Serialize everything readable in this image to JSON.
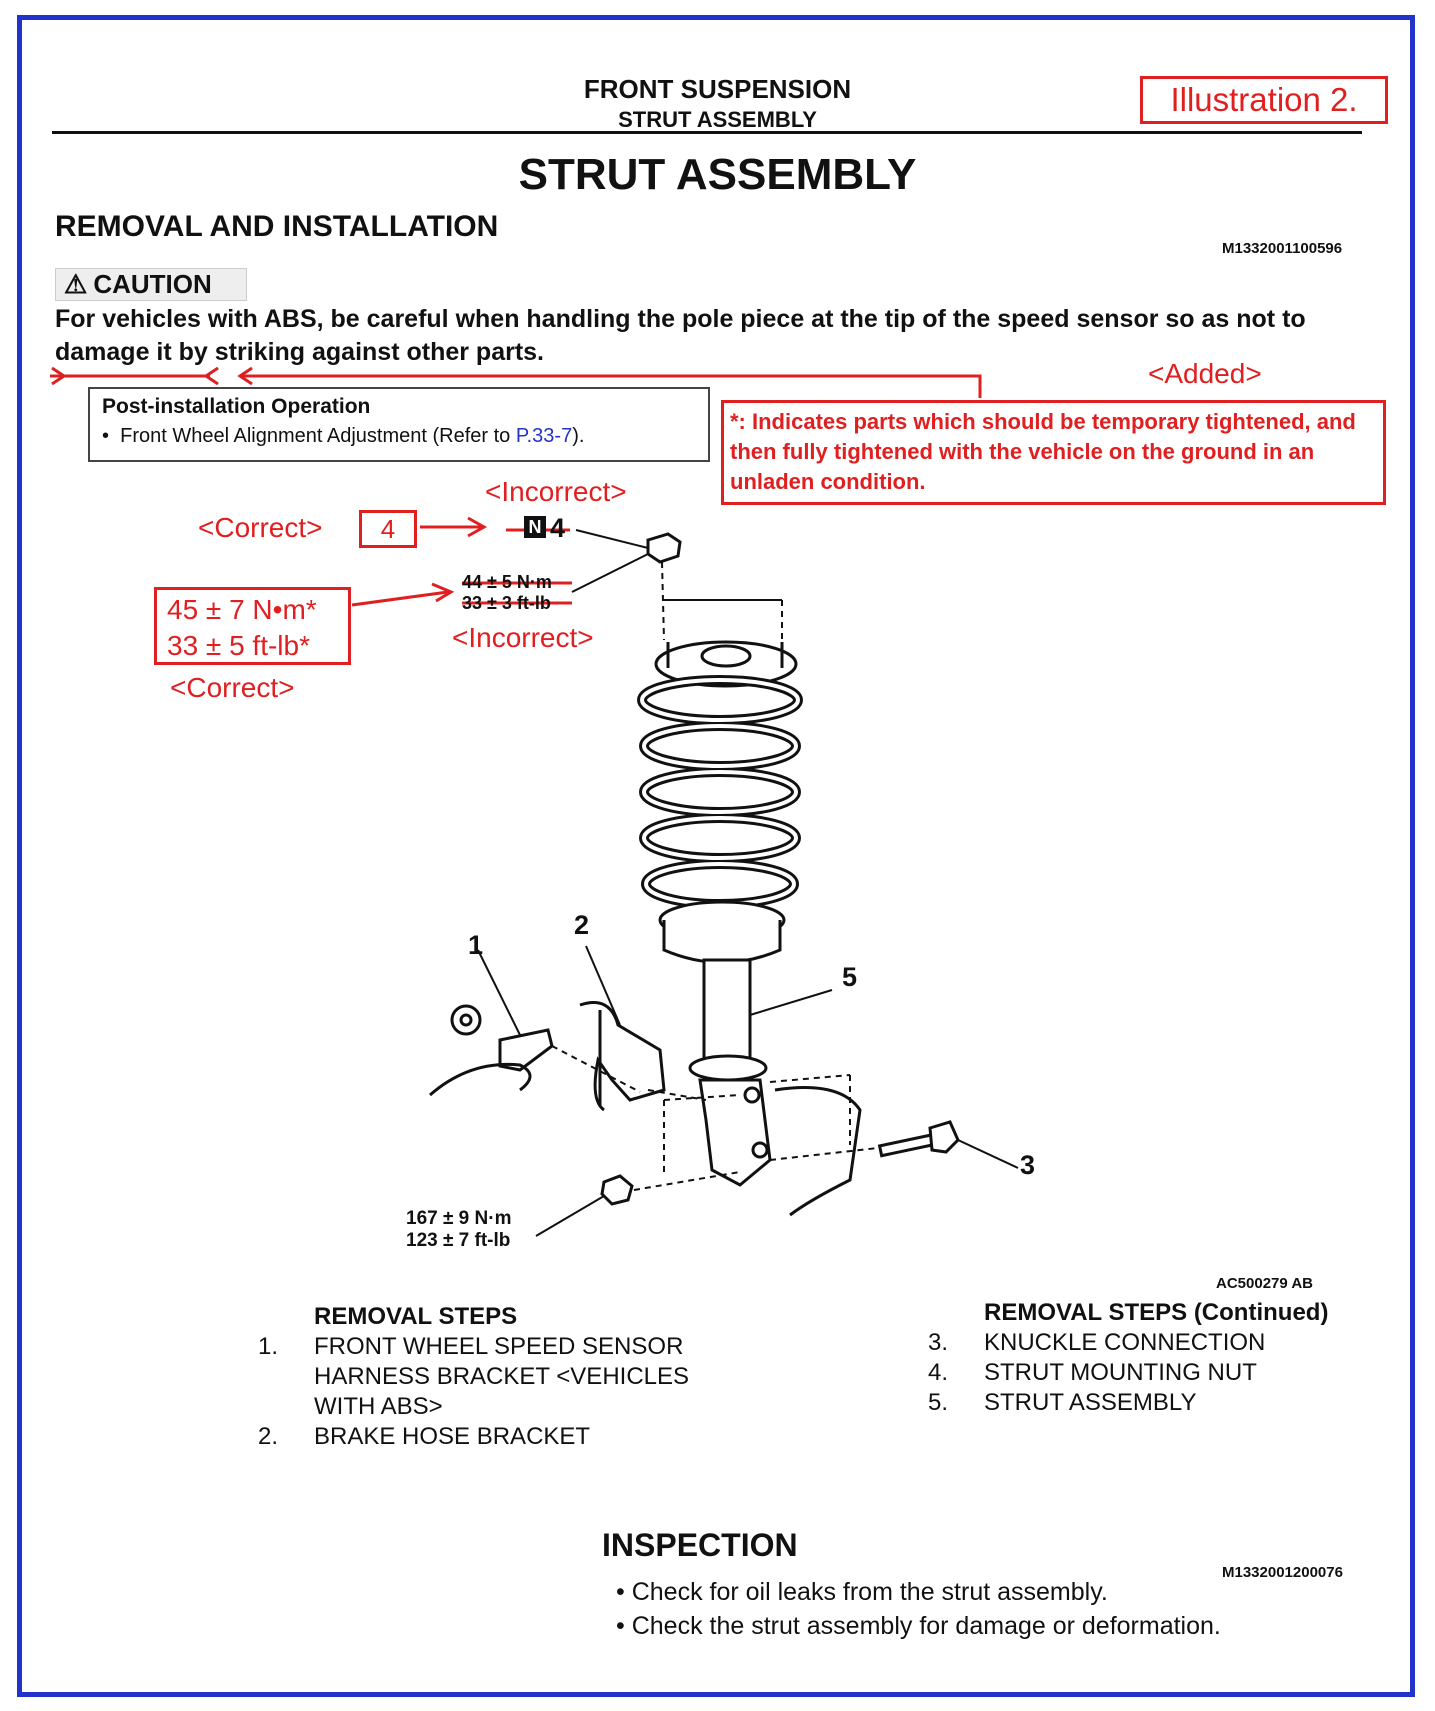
{
  "header": {
    "section": "FRONT SUSPENSION",
    "subsection": "STRUT ASSEMBLY"
  },
  "illustration_label": "Illustration 2.",
  "title": "STRUT ASSEMBLY",
  "removal_installation": {
    "heading": "REMOVAL AND INSTALLATION",
    "code": "M1332001100596"
  },
  "caution": {
    "label": "CAUTION",
    "text": "For vehicles with ABS, be careful when handling the pole piece at the tip of the speed sensor so as not to damage it by striking against other parts."
  },
  "post_installation": {
    "title": "Post-installation Operation",
    "item_text": "Front Wheel Alignment Adjustment (Refer to ",
    "item_link": "P.33-7",
    "item_tail": ")."
  },
  "annotations": {
    "added": "<Added>",
    "note": "*: Indicates parts which should be temporary tightened, and then fully tightened with the vehicle on the ground in an unladen condition.",
    "incorrect_top": "<Incorrect>",
    "correct_top": "<Correct>",
    "correct_value": "4",
    "incorrect_symbol": "N",
    "incorrect_value": "4",
    "incorrect_torque_nm": "44 ± 5 N·m",
    "incorrect_torque_ftlb": "33 ± 3 ft-lb",
    "incorrect_bottom": "<Incorrect>",
    "correct_torque_nm": "45 ± 7 N•m*",
    "correct_torque_ftlb": "33 ± 5 ft-lb*",
    "correct_bottom": "<Correct>"
  },
  "diagram": {
    "callouts": [
      "1",
      "2",
      "3",
      "5"
    ],
    "torque_nm": "167 ± 9 N·m",
    "torque_ftlb": "123 ± 7 ft-lb",
    "figure_code": "AC500279 AB"
  },
  "removal_steps": {
    "heading": "REMOVAL STEPS",
    "items": [
      {
        "n": "1.",
        "lines": [
          "FRONT WHEEL SPEED SENSOR",
          "HARNESS BRACKET <VEHICLES",
          "WITH ABS>"
        ]
      },
      {
        "n": "2.",
        "lines": [
          "BRAKE HOSE BRACKET"
        ]
      }
    ]
  },
  "removal_steps_continued": {
    "heading": "REMOVAL STEPS (Continued)",
    "items": [
      {
        "n": "3.",
        "text": "KNUCKLE CONNECTION"
      },
      {
        "n": "4.",
        "text": "STRUT MOUNTING NUT"
      },
      {
        "n": "5.",
        "text": "STRUT ASSEMBLY"
      }
    ]
  },
  "inspection": {
    "heading": "INSPECTION",
    "code": "M1332001200076",
    "bullets": [
      "Check for oil leaks from the strut assembly.",
      "Check the strut assembly for damage or deformation."
    ]
  },
  "colors": {
    "frame": "#2233cc",
    "annotation": "#e02020",
    "link": "#2233cc"
  }
}
